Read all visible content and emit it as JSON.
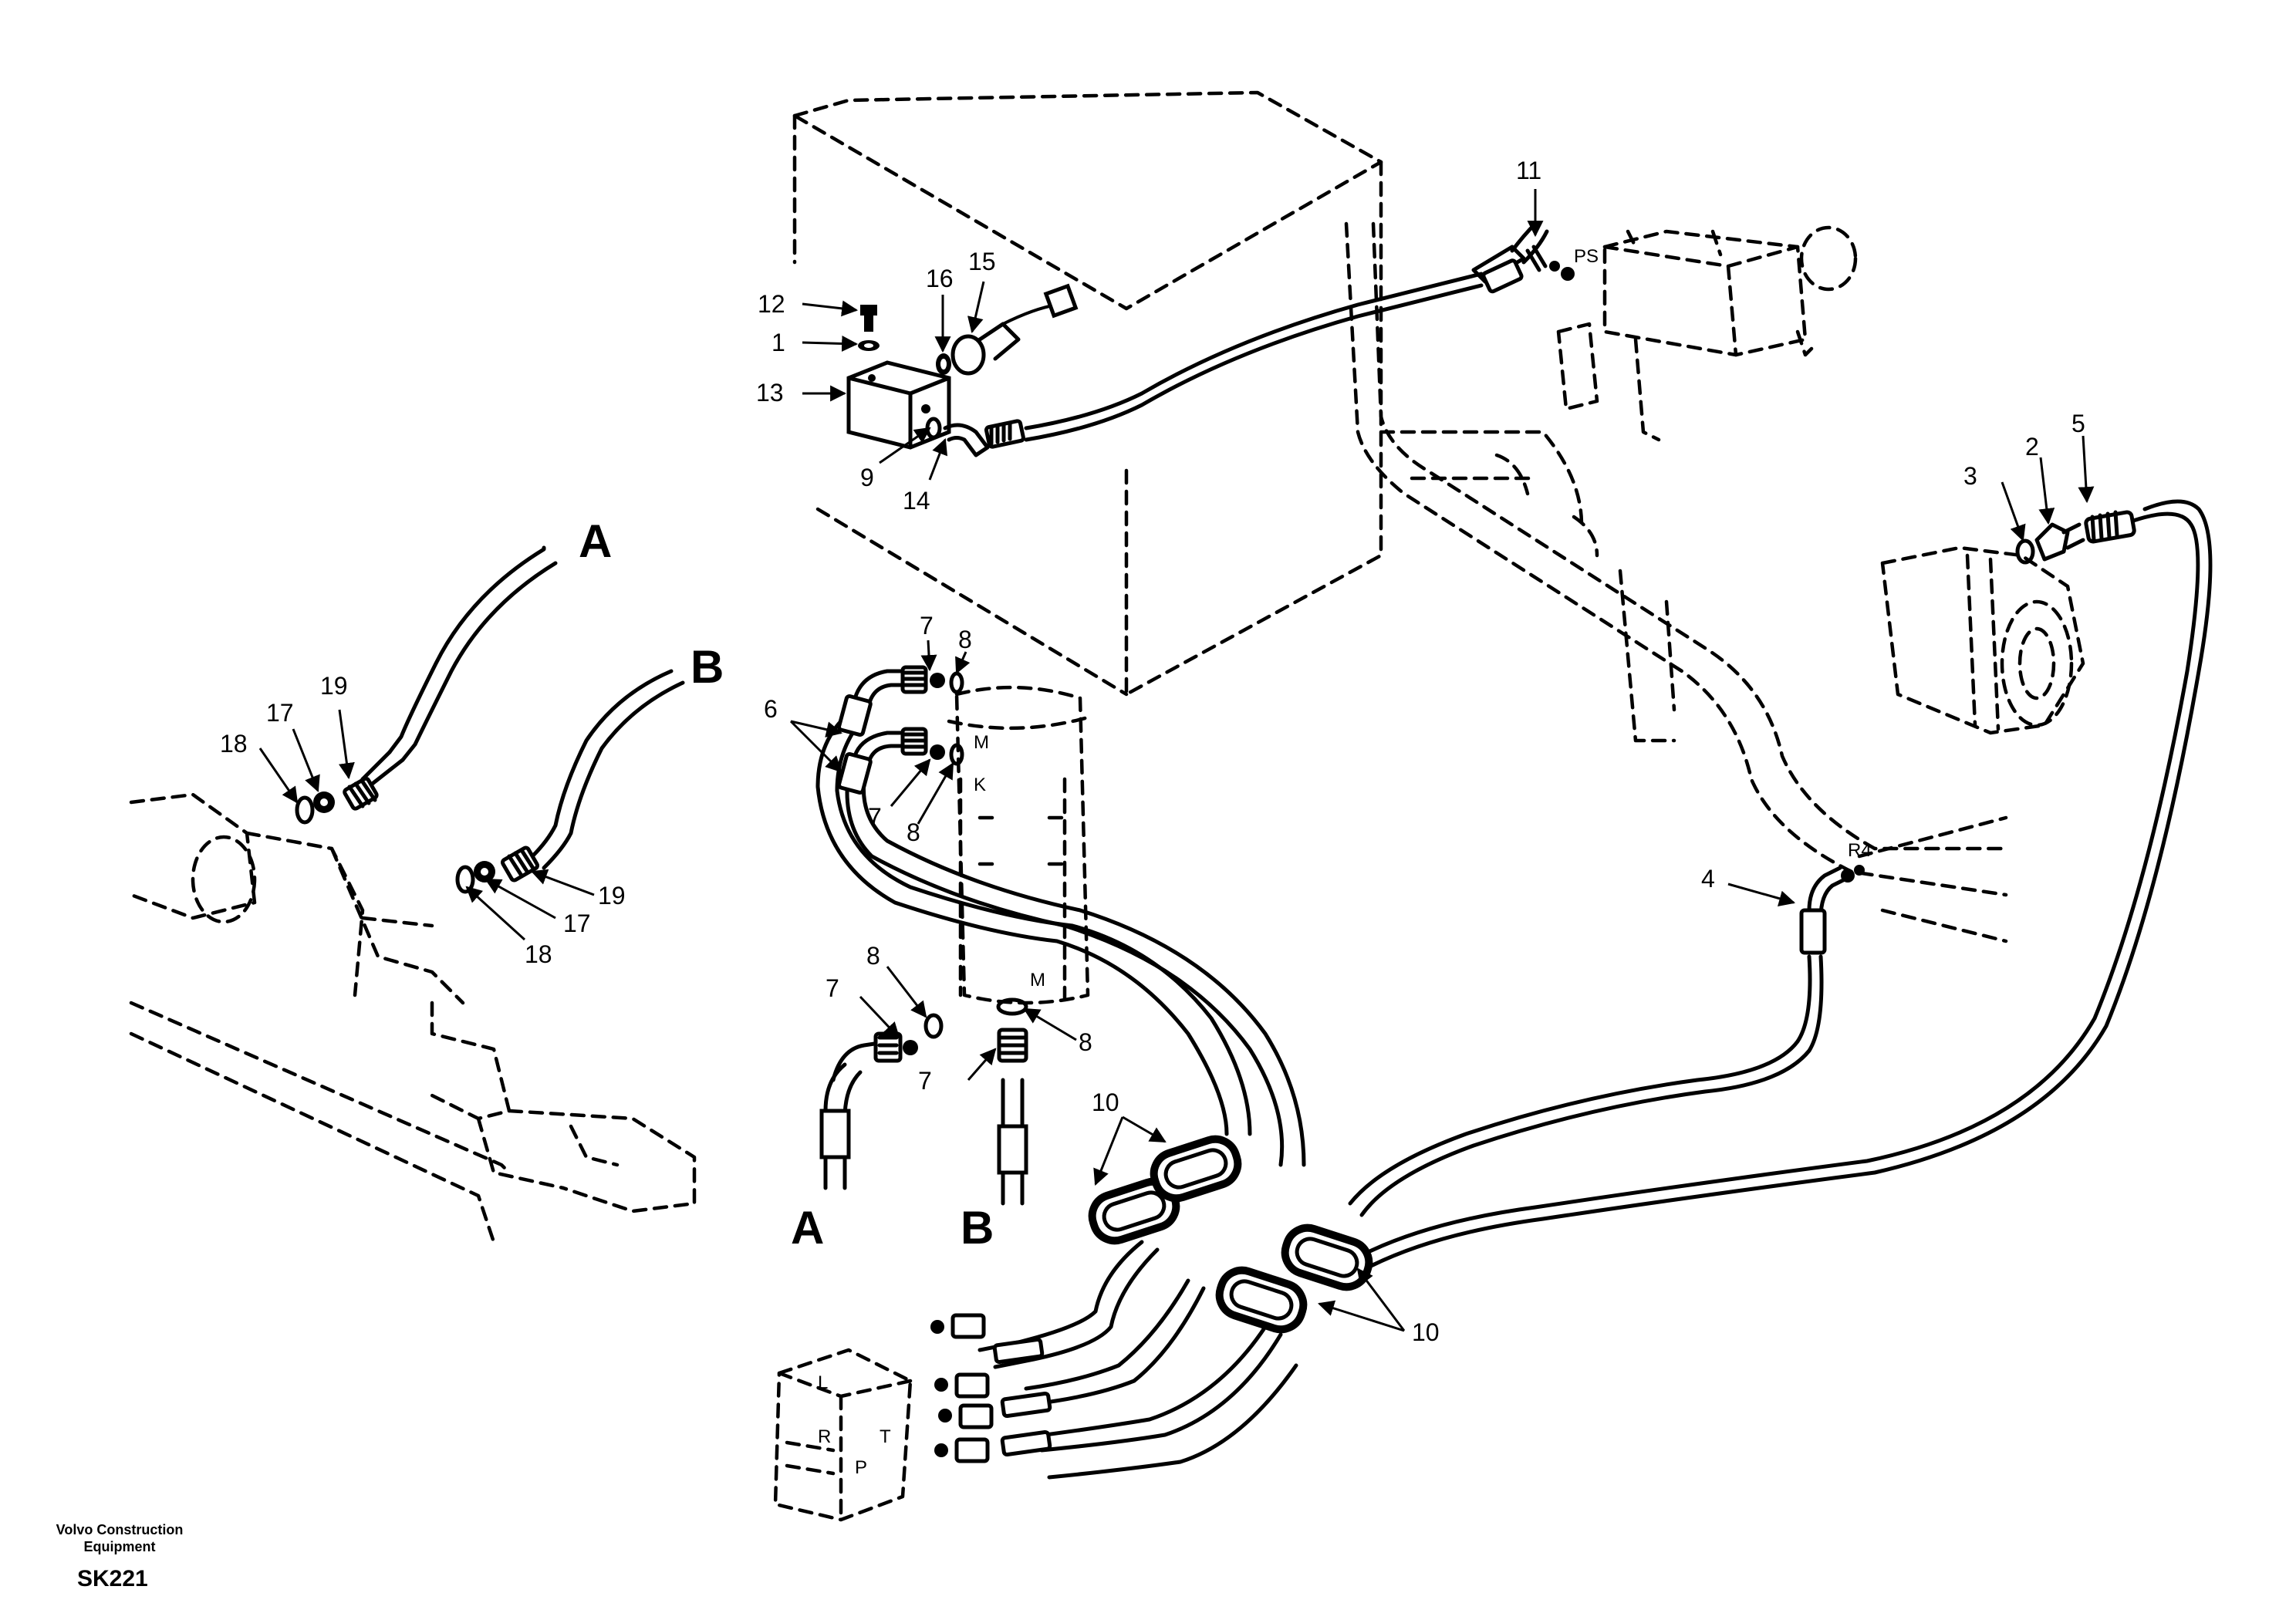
{
  "footer": {
    "manufacturer_line1": "Volvo Construction",
    "manufacturer_line2": "Equipment",
    "figure_code": "SK221"
  },
  "callouts": {
    "c1": "1",
    "c2": "2",
    "c3": "3",
    "c4": "4",
    "c5": "5",
    "c6": "6",
    "c7": "7",
    "c8": "8",
    "c9": "9",
    "c10": "10",
    "c11": "11",
    "c12": "12",
    "c13": "13",
    "c14": "14",
    "c15": "15",
    "c16": "16",
    "c17": "17",
    "c18": "18",
    "c19": "19"
  },
  "references": {
    "a": "A",
    "b": "B"
  },
  "ports": {
    "ps": "PS",
    "m": "M",
    "k": "K",
    "r4": "R4",
    "l": "L",
    "r": "R",
    "t": "T",
    "p": "P"
  }
}
